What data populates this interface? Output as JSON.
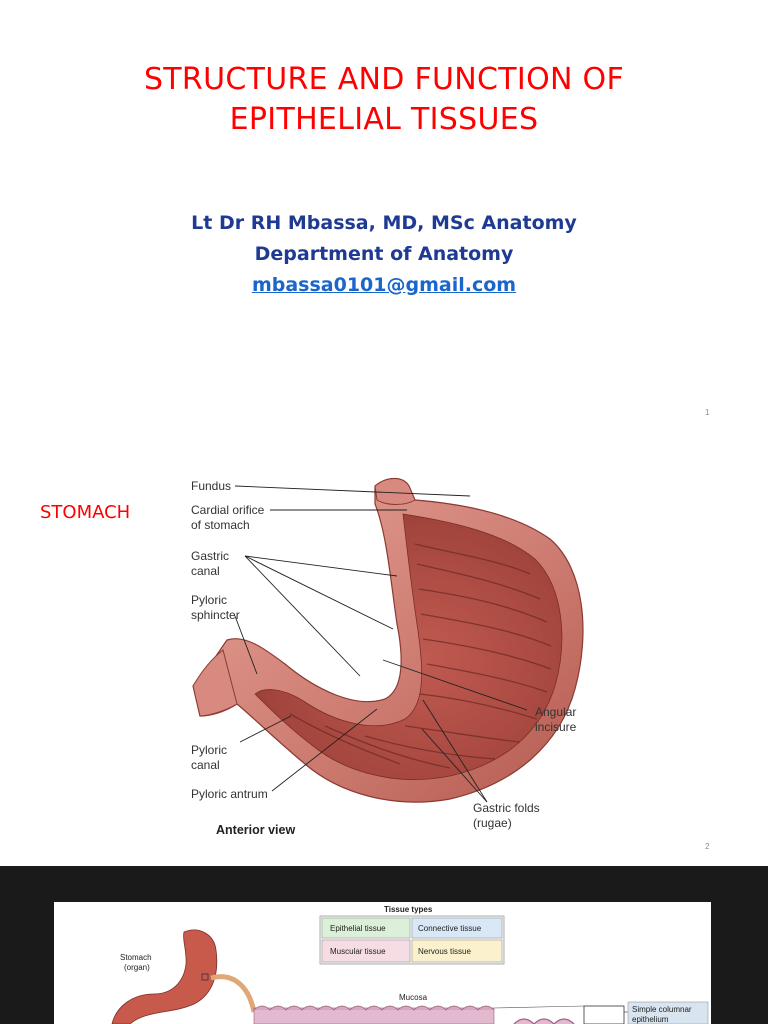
{
  "slide1": {
    "title_line1": "STRUCTURE AND FUNCTION OF",
    "title_line2": "EPITHELIAL TISSUES",
    "author": "Lt Dr RH Mbassa, MD, MSc Anatomy",
    "department": "Department of Anatomy",
    "email": "mbassa0101@gmail.com",
    "page_number": "1"
  },
  "slide2": {
    "heading": "STOMACH",
    "labels": {
      "fundus": "Fundus",
      "cardial_1": "Cardial orifice",
      "cardial_2": "of stomach",
      "gastric_canal_1": "Gastric",
      "gastric_canal_2": "canal",
      "pyloric_sphincter_1": "Pyloric",
      "pyloric_sphincter_2": "sphincter",
      "angular_1": "Angular",
      "angular_2": "incisure",
      "pyloric_canal_1": "Pyloric",
      "pyloric_canal_2": "canal",
      "pyloric_antrum": "Pyloric antrum",
      "gastric_folds_1": "Gastric folds",
      "gastric_folds_2": "(rugae)",
      "view": "Anterior view"
    },
    "page_number": "2"
  },
  "slide3": {
    "tissue_types_heading": "Tissue types",
    "tissues": {
      "epithelial": "Epithelial tissue",
      "connective": "Connective tissue",
      "muscular": "Muscular tissue",
      "nervous": "Nervous tissue"
    },
    "organ_label_1": "Stomach",
    "organ_label_2": "(organ)",
    "mucosa": "Mucosa",
    "epithelium_1": "Simple columnar",
    "epithelium_2": "epithelium"
  },
  "colors": {
    "title_red": "#ff0000",
    "author_blue": "#1f3a93",
    "link_blue": "#1a66cc",
    "stomach_wall": "#c9706a",
    "stomach_inner": "#a8473f",
    "dark_background": "#1a1a1a"
  }
}
